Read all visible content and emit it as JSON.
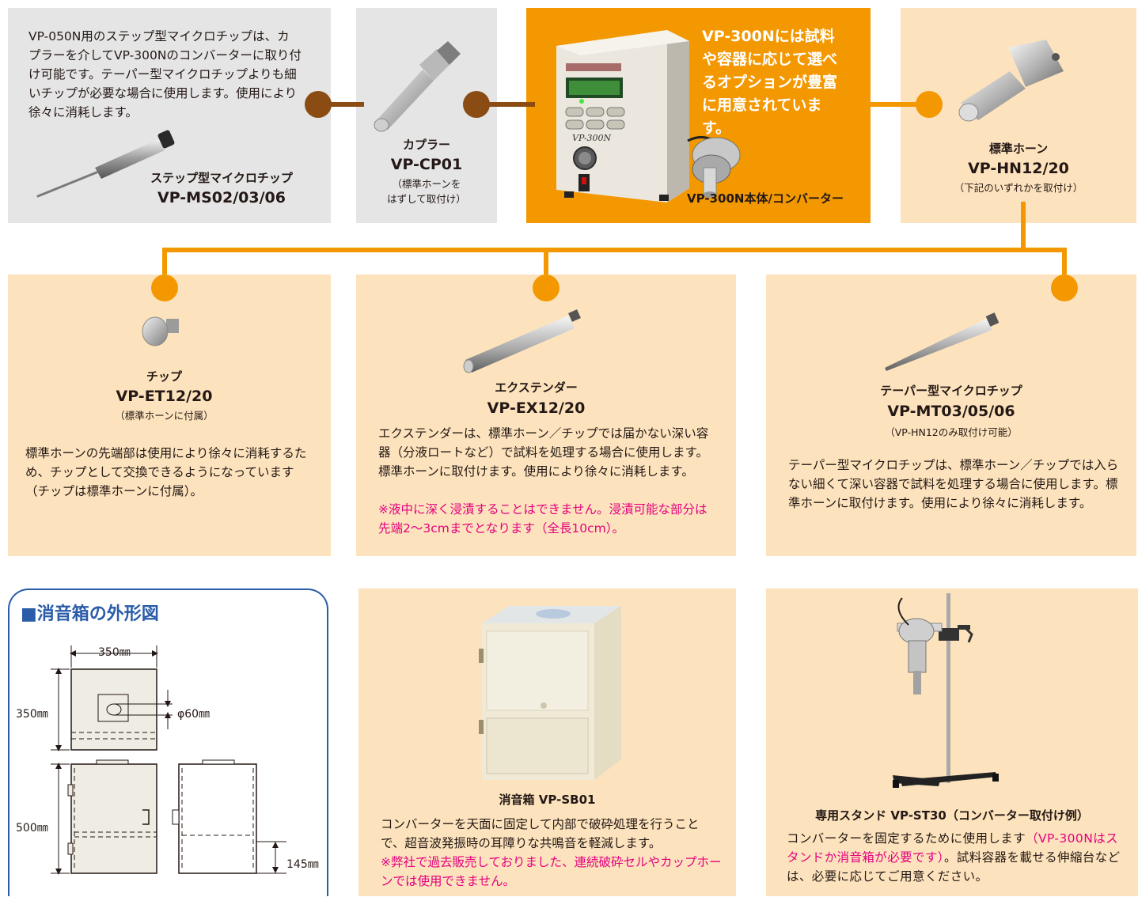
{
  "top": {
    "microchip_step": {
      "desc": "VP-050N用のステップ型マイクロチップは、カプラーを介してVP-300Nのコンバーターに取り付け可能です。テーパー型マイクロチップよりも細いチップが必要な場合に使用します。使用により徐々に消耗します。",
      "name": "ステップ型マイクロチップ",
      "model": "VP-MS02/03/06"
    },
    "coupler": {
      "name": "カプラー",
      "model": "VP-CP01",
      "note1": "（標準ホーンを",
      "note2": "はずして取付け）"
    },
    "main": {
      "headline": "VP-300Nには試料や容器に応じて選べるオプションが豊富に用意されています。",
      "caption": "VP-300N本体/コンバーター",
      "device_label": "VP-300N"
    },
    "horn": {
      "name": "標準ホーン",
      "model": "VP-HN12/20",
      "note": "（下記のいずれかを取付け）"
    }
  },
  "middle": {
    "tip": {
      "name": "チップ",
      "model": "VP-ET12/20",
      "note": "（標準ホーンに付属）",
      "desc": "標準ホーンの先端部は使用により徐々に消耗するため、チップとして交換できるようになっています（チップは標準ホーンに付属）。"
    },
    "extender": {
      "name": "エクステンダー",
      "model": "VP-EX12/20",
      "desc": "エクステンダーは、標準ホーン／チップでは届かない深い容器（分液ロートなど）で試料を処理する場合に使用します。標準ホーンに取付けます。使用により徐々に消耗します。",
      "warning": "※液中に深く浸漬することはできません。浸漬可能な部分は先端2〜3cmまでとなります（全長10cm）。"
    },
    "taper": {
      "name": "テーパー型マイクロチップ",
      "model": "VP-MT03/05/06",
      "note": "（VP-HN12のみ取付け可能）",
      "desc": "テーパー型マイクロチップは、標準ホーン／チップでは入らない細くて深い容器で試料を処理する場合に使用します。標準ホーンに取付けます。使用により徐々に消耗します。"
    }
  },
  "bottom": {
    "diagram": {
      "title": "■消音箱の外形図",
      "w": "350㎜",
      "d": "350㎜",
      "hole": "φ60㎜",
      "h": "500㎜",
      "open": "145㎜"
    },
    "soundbox": {
      "name": "消音箱 VP-SB01",
      "desc": "コンバーターを天面に固定して内部で破砕処理を行うことで、超音波発振時の耳障りな共鳴音を軽減します。",
      "warning": "※弊社で過去販売しておりました、連続破砕セルやカップホーンでは使用できません。"
    },
    "stand": {
      "name": "専用スタンド VP-ST30（コンバーター取付け例）",
      "desc_a": "コンバーターを固定するために使用します",
      "desc_pink": "（VP-300Nはスタンドか消音箱が必要です）",
      "desc_b": "。試料容器を載せる伸縮台などは、必要に応じてご用意ください。"
    }
  },
  "colors": {
    "orange": "#f39800",
    "brown": "#8a4c13",
    "peach": "#fde3bd",
    "gray": "#e5e5e5",
    "pink": "#e4007f",
    "blue": "#2a5ca8"
  }
}
